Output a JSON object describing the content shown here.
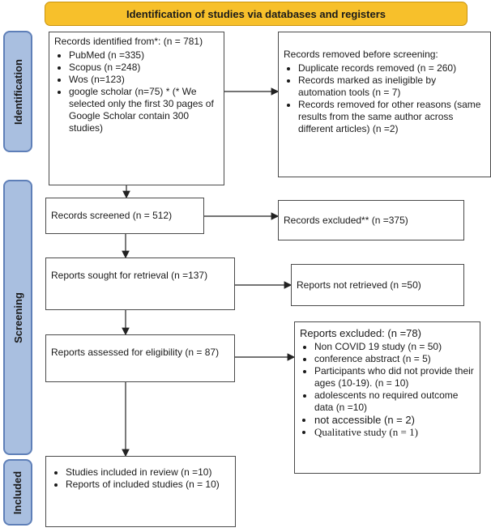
{
  "banner": "Identification of studies via databases and registers",
  "phases": {
    "identification": "Identification",
    "screening": "Screening",
    "included": "Included"
  },
  "identified": {
    "title": "Records identified from*: (n = 781)",
    "items": [
      "PubMed (n =335)",
      "Scopus (n =248)",
      "Wos (n=123)",
      "google scholar (n=75) * (* We selected only the first 30 pages of Google Scholar contain 300 studies)"
    ]
  },
  "removed": {
    "title": "Records removed before screening:",
    "items": [
      "Duplicate records removed (n = 260)",
      "Records marked as ineligible by automation tools (n = 7)",
      "Records removed for other reasons (same results from the same author across different articles) (n =2)"
    ]
  },
  "screened": "Records screened (n = 512)",
  "excluded": "Records excluded** (n =375)",
  "sought": "Reports sought for retrieval (n =137)",
  "not_retrieved": "Reports not retrieved (n =50)",
  "assessed": "Reports assessed for eligibility (n = 87)",
  "reports_excluded": {
    "title": "Reports excluded: (n =78)",
    "items": [
      "Non COVID 19 study (n = 50)",
      "conference abstract (n = 5)",
      "Participants who did not provide their ages (10-19). (n = 10)",
      "adolescents no required outcome data (n =10)",
      "not accessible (n = 2)",
      "Qualitative study (n = 1)"
    ]
  },
  "included": {
    "items": [
      "Studies included in review (n =10)",
      "Reports of included studies (n = 10)"
    ]
  }
}
